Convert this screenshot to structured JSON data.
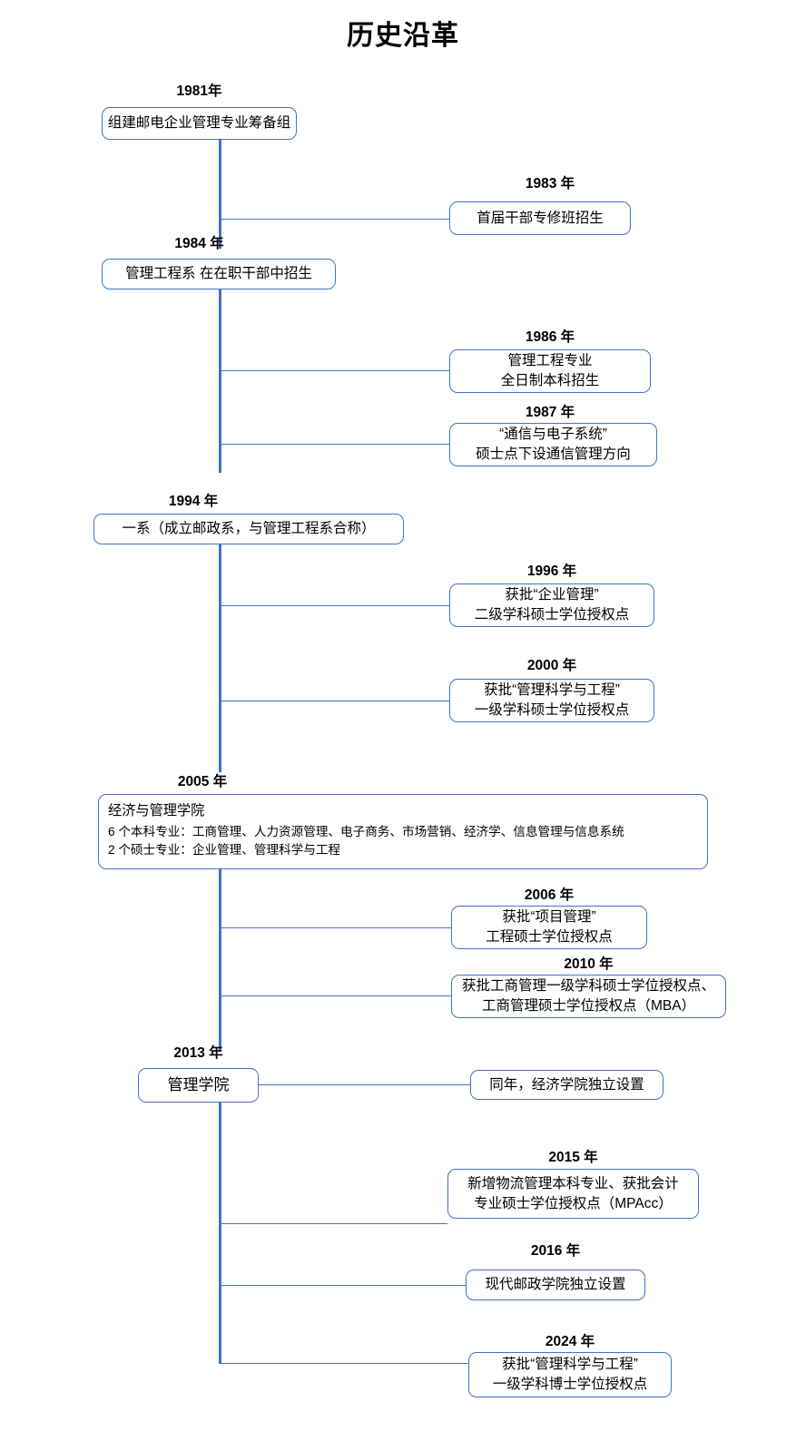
{
  "page": {
    "title": "历史沿革",
    "accent_color": "#4472C4",
    "background": "#ffffff"
  },
  "timeline": {
    "events": [
      {
        "id": "e1981",
        "year_label": "1981年",
        "lines": [
          "组建邮电企业管理专业筹备组"
        ],
        "side": "left"
      },
      {
        "id": "e1983",
        "year_label": "1983 年",
        "lines": [
          "首届干部专修班招生"
        ],
        "side": "right"
      },
      {
        "id": "e1984",
        "year_label": "1984 年",
        "lines": [
          "管理工程系  在在职干部中招生"
        ],
        "side": "left"
      },
      {
        "id": "e1986",
        "year_label": "1986 年",
        "lines": [
          "管理工程专业",
          "全日制本科招生"
        ],
        "side": "right"
      },
      {
        "id": "e1987",
        "year_label": "1987 年",
        "lines": [
          "“通信与电子系统”",
          "硕士点下设通信管理方向"
        ],
        "side": "right"
      },
      {
        "id": "e1994",
        "year_label": "1994 年",
        "lines": [
          "一系（成立邮政系，与管理工程系合称）"
        ],
        "side": "left"
      },
      {
        "id": "e1996",
        "year_label": "1996 年",
        "lines": [
          "获批“企业管理”",
          "二级学科硕士学位授权点"
        ],
        "side": "right"
      },
      {
        "id": "e2000",
        "year_label": "2000 年",
        "lines": [
          "获批“管理科学与工程”",
          "一级学科硕士学位授权点"
        ],
        "side": "right"
      },
      {
        "id": "e2005",
        "year_label": "2005 年",
        "lines": [
          "经济与管理学院",
          "6 个本科专业：工商管理、人力资源管理、电子商务、市场营销、经济学、信息管理与信息系统",
          "2 个硕士专业：企业管理、管理科学与工程"
        ],
        "side": "left"
      },
      {
        "id": "e2006",
        "year_label": "2006 年",
        "lines": [
          "获批“项目管理”",
          "工程硕士学位授权点"
        ],
        "side": "right"
      },
      {
        "id": "e2010",
        "year_label": "2010 年",
        "lines": [
          "获批工商管理一级学科硕士学位授权点、",
          "工商管理硕士学位授权点（MBA）"
        ],
        "side": "right"
      },
      {
        "id": "e2013",
        "year_label": "2013 年",
        "lines": [
          "管理学院"
        ],
        "side": "left"
      },
      {
        "id": "e2013b",
        "year_label": "",
        "lines": [
          "同年，经济学院独立设置"
        ],
        "side": "right"
      },
      {
        "id": "e2015",
        "year_label": "2015 年",
        "lines": [
          "新增物流管理本科专业、获批会计",
          "专业硕士学位授权点（MPAcc）"
        ],
        "side": "right"
      },
      {
        "id": "e2016",
        "year_label": "2016 年",
        "lines": [
          "现代邮政学院独立设置"
        ],
        "side": "right"
      },
      {
        "id": "e2024",
        "year_label": "2024 年",
        "lines": [
          "获批“管理科学与工程”",
          "一级学科博士学位授权点"
        ],
        "side": "right"
      }
    ]
  }
}
